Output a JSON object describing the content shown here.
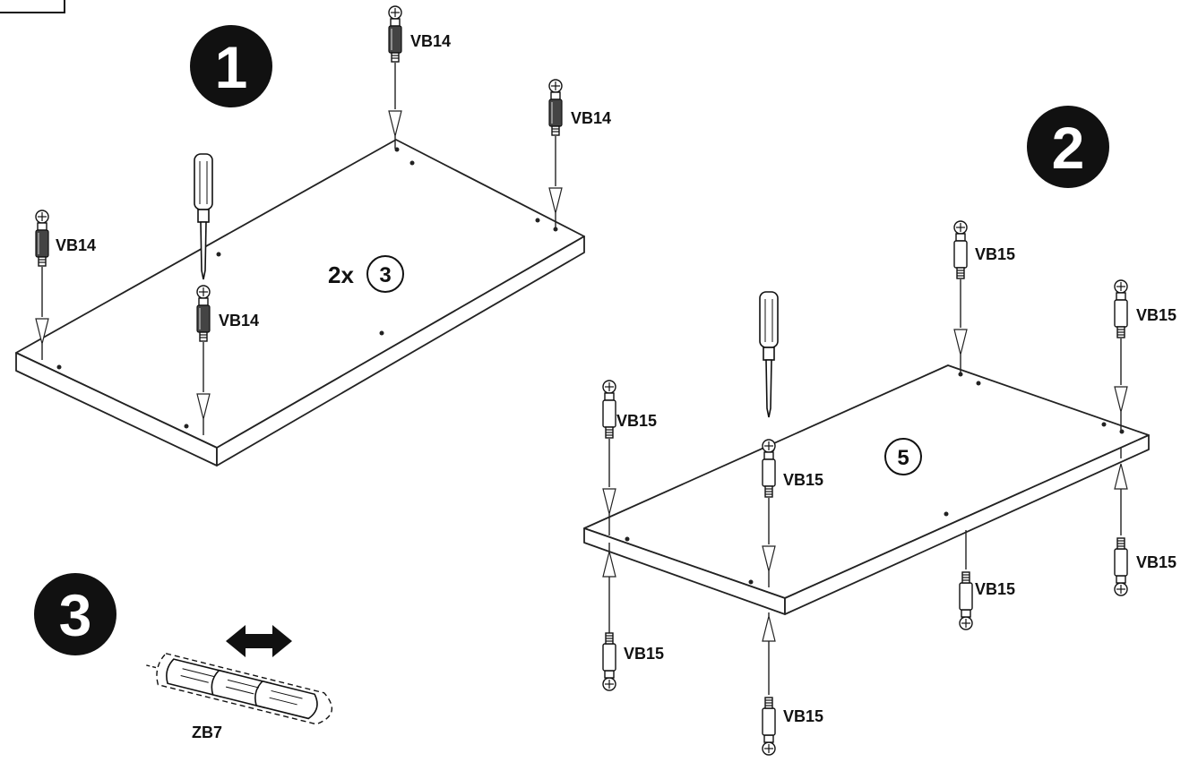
{
  "steps": [
    {
      "number": "1",
      "quantity": "2x",
      "part": "3",
      "fitting": "VB14"
    },
    {
      "number": "2",
      "part": "5",
      "fitting": "VB15"
    },
    {
      "number": "3",
      "fitting": "ZB7"
    }
  ],
  "labels": {
    "vb14": "VB14",
    "vb15": "VB15",
    "zb7": "ZB7"
  },
  "icons": {
    "step_badge": "black-circle",
    "part_badge": "outlined-circle",
    "tool": "screwdriver-icon",
    "direction": "double-arrow-icon"
  },
  "colors": {
    "ink": "#111111",
    "paper": "#ffffff"
  }
}
